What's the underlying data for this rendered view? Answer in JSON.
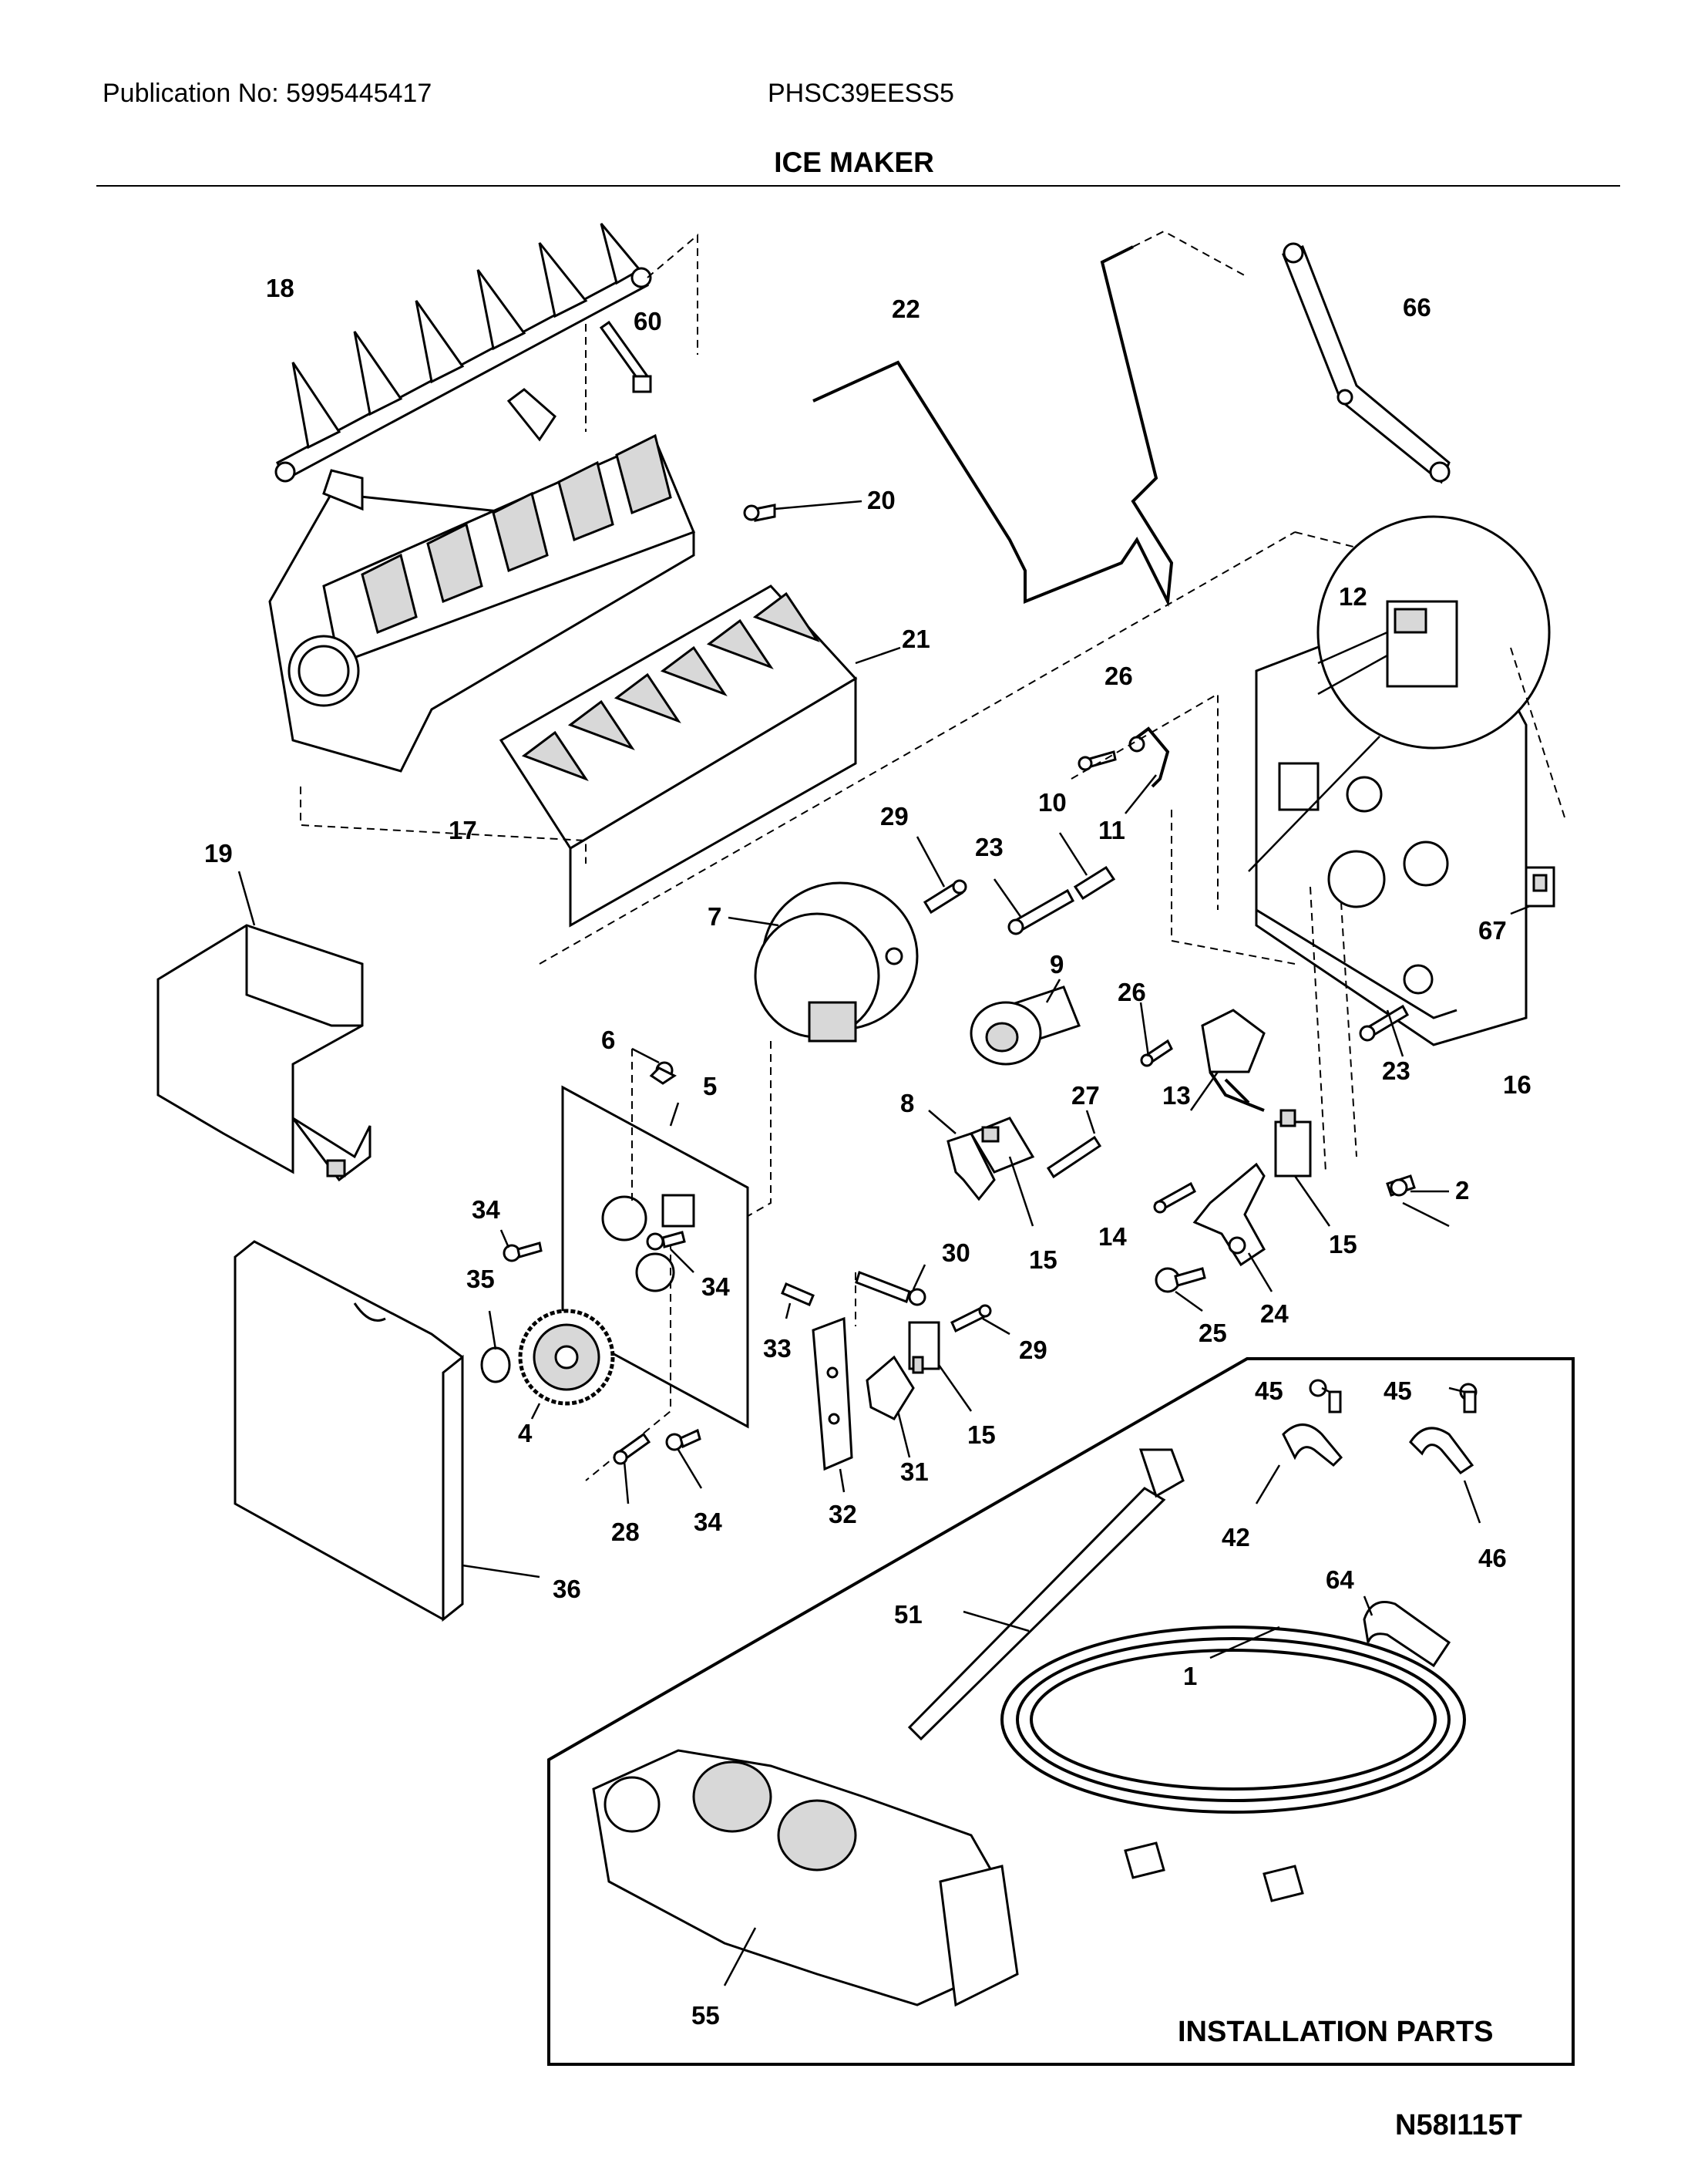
{
  "header": {
    "publication": "Publication No: 5995445417",
    "model": "PHSC39EESS5",
    "title": "ICE MAKER"
  },
  "installation_box": {
    "label": "INSTALLATION PARTS"
  },
  "diagram_code": "N58I115T",
  "callouts": [
    "18",
    "60",
    "22",
    "66",
    "20",
    "21",
    "17",
    "12",
    "26",
    "29",
    "10",
    "11",
    "23",
    "19",
    "7",
    "9",
    "26b",
    "23b",
    "16",
    "67",
    "6",
    "5",
    "8",
    "27",
    "13",
    "34",
    "2",
    "35",
    "34b",
    "30",
    "15",
    "14",
    "15b",
    "33",
    "29b",
    "4",
    "31",
    "15c",
    "25",
    "24",
    "28",
    "34c",
    "32",
    "45",
    "45b",
    "42",
    "46",
    "64",
    "36",
    "51",
    "1",
    "55"
  ],
  "callout_text": {
    "c18": "18",
    "c60": "60",
    "c22": "22",
    "c66": "66",
    "c20": "20",
    "c21": "21",
    "c17": "17",
    "c12": "12",
    "c26": "26",
    "c29": "29",
    "c10": "10",
    "c11": "11",
    "c23": "23",
    "c19": "19",
    "c7": "7",
    "c9": "9",
    "c26b": "26",
    "c23b": "23",
    "c16": "16",
    "c67": "67",
    "c6": "6",
    "c5": "5",
    "c8": "8",
    "c27": "27",
    "c13": "13",
    "c34": "34",
    "c2": "2",
    "c35": "35",
    "c34b": "34",
    "c30": "30",
    "c15": "15",
    "c14": "14",
    "c15b": "15",
    "c33": "33",
    "c29b": "29",
    "c4": "4",
    "c31": "31",
    "c15c": "15",
    "c25": "25",
    "c24": "24",
    "c28": "28",
    "c34c": "34",
    "c32": "32",
    "c45": "45",
    "c45b": "45",
    "c42": "42",
    "c46": "46",
    "c64": "64",
    "c36": "36",
    "c51": "51",
    "c1": "1",
    "c55": "55"
  }
}
